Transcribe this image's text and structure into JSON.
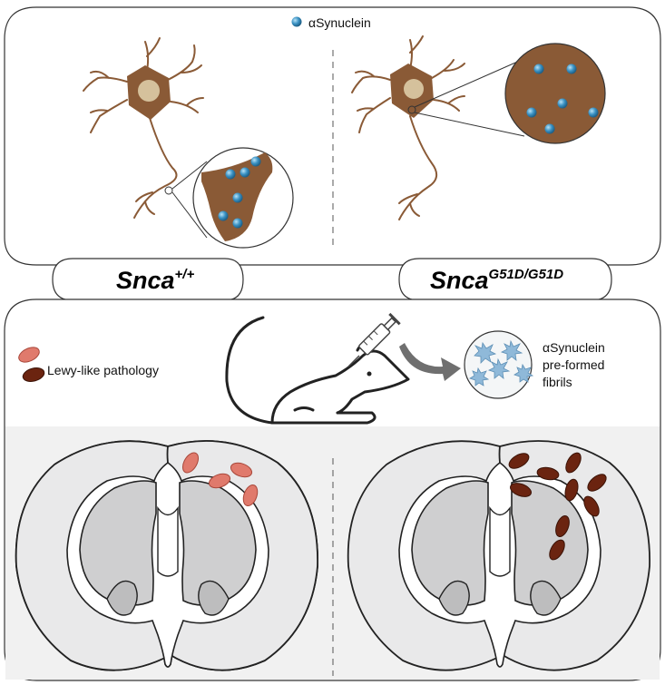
{
  "legend": {
    "asyn_label": "αSynuclein",
    "lewy_label": "Lewy-like pathology"
  },
  "genotypes": {
    "left": {
      "base": "Snca",
      "sup": "+/+"
    },
    "right": {
      "base": "Snca",
      "sup": "G51D/G51D"
    }
  },
  "pff": {
    "line1": "αSynuclein",
    "line2": "pre-formed",
    "line3": "fibrils"
  },
  "colors": {
    "neuron": "#8a5a36",
    "nucleus": "#d5c19c",
    "asyn": "#3a92c4",
    "lewy_wt": "#e07a6c",
    "lewy_mut": "#6b2410",
    "fibril": "#8fb9d9",
    "brain_fill": "#e9e9ea",
    "brain_inner": "#cfcfd0",
    "arrow": "#6f6f6f"
  }
}
